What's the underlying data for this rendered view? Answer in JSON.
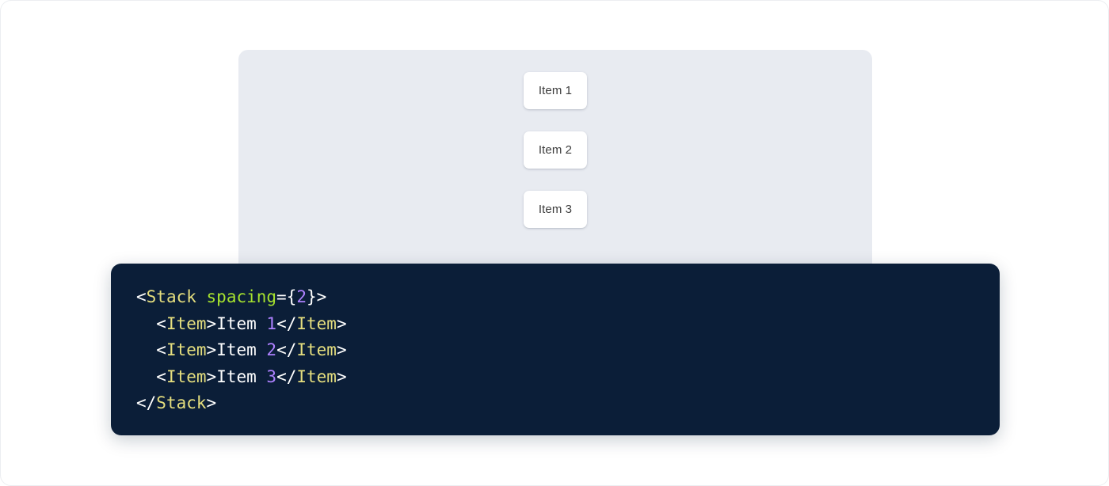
{
  "theme": {
    "page_background": "#ffffff",
    "page_border": "#eceef1",
    "preview_background": "#e8ebf1",
    "item_background": "#ffffff",
    "item_text": "#3d3d3d",
    "code_background": "#0b1e38",
    "code_default_text": "#ffffff",
    "code_tag_color": "#e6df7e",
    "code_attr_color": "#a6e22e",
    "code_number_color": "#ae81ff"
  },
  "preview": {
    "component_name": "Stack",
    "items": [
      {
        "label": "Item 1"
      },
      {
        "label": "Item 2"
      },
      {
        "label": "Item 3"
      }
    ]
  },
  "code": {
    "language": "jsx",
    "lines": [
      {
        "indent": "",
        "tokens": [
          {
            "type": "punct",
            "text": "<"
          },
          {
            "type": "tag",
            "text": "Stack"
          },
          {
            "type": "text",
            "text": " "
          },
          {
            "type": "attr",
            "text": "spacing"
          },
          {
            "type": "punct",
            "text": "={"
          },
          {
            "type": "num",
            "text": "2"
          },
          {
            "type": "punct",
            "text": "}>"
          }
        ]
      },
      {
        "indent": "  ",
        "tokens": [
          {
            "type": "punct",
            "text": "<"
          },
          {
            "type": "tag",
            "text": "Item"
          },
          {
            "type": "punct",
            "text": ">"
          },
          {
            "type": "text",
            "text": "Item "
          },
          {
            "type": "num",
            "text": "1"
          },
          {
            "type": "punct",
            "text": "</"
          },
          {
            "type": "tag",
            "text": "Item"
          },
          {
            "type": "punct",
            "text": ">"
          }
        ]
      },
      {
        "indent": "  ",
        "tokens": [
          {
            "type": "punct",
            "text": "<"
          },
          {
            "type": "tag",
            "text": "Item"
          },
          {
            "type": "punct",
            "text": ">"
          },
          {
            "type": "text",
            "text": "Item "
          },
          {
            "type": "num",
            "text": "2"
          },
          {
            "type": "punct",
            "text": "</"
          },
          {
            "type": "tag",
            "text": "Item"
          },
          {
            "type": "punct",
            "text": ">"
          }
        ]
      },
      {
        "indent": "  ",
        "tokens": [
          {
            "type": "punct",
            "text": "<"
          },
          {
            "type": "tag",
            "text": "Item"
          },
          {
            "type": "punct",
            "text": ">"
          },
          {
            "type": "text",
            "text": "Item "
          },
          {
            "type": "num",
            "text": "3"
          },
          {
            "type": "punct",
            "text": "</"
          },
          {
            "type": "tag",
            "text": "Item"
          },
          {
            "type": "punct",
            "text": ">"
          }
        ]
      },
      {
        "indent": "",
        "tokens": [
          {
            "type": "punct",
            "text": "</"
          },
          {
            "type": "tag",
            "text": "Stack"
          },
          {
            "type": "punct",
            "text": ">"
          }
        ]
      }
    ]
  }
}
